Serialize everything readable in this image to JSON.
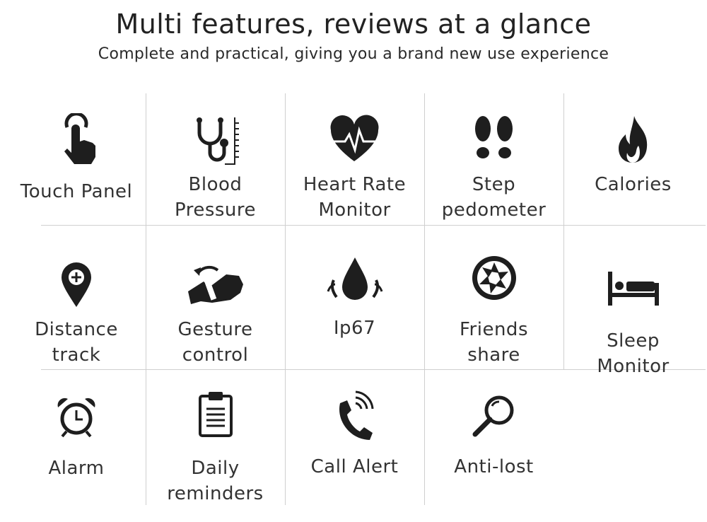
{
  "header": {
    "title": "Multi features, reviews at a glance",
    "subtitle": "Complete and practical, giving you a brand new use experience"
  },
  "features": [
    {
      "label": "Touch Panel",
      "icon": "touch-hand-icon"
    },
    {
      "label": "Blood\nPressure",
      "icon": "stethoscope-icon"
    },
    {
      "label": "Heart Rate\nMonitor",
      "icon": "heart-pulse-icon"
    },
    {
      "label": "Step\npedometer",
      "icon": "footprints-icon"
    },
    {
      "label": "Calories",
      "icon": "flame-icon"
    },
    {
      "label": "Distance\ntrack",
      "icon": "map-pin-plus-icon"
    },
    {
      "label": "Gesture\ncontrol",
      "icon": "wrist-gesture-icon"
    },
    {
      "label": "Ip67",
      "icon": "water-drop-icon"
    },
    {
      "label": "Friends\nshare",
      "icon": "share-aperture-icon"
    },
    {
      "label": "Sleep\nMonitor",
      "icon": "bed-icon"
    },
    {
      "label": "Alarm",
      "icon": "alarm-clock-icon"
    },
    {
      "label": "Daily\nreminders",
      "icon": "clipboard-icon"
    },
    {
      "label": "Call Alert",
      "icon": "phone-ringing-icon"
    },
    {
      "label": "Anti-lost",
      "icon": "magnifier-icon"
    }
  ],
  "colors": {
    "icon": "#1e1e1e",
    "text": "#333333",
    "divider": "#cfcfcf"
  }
}
